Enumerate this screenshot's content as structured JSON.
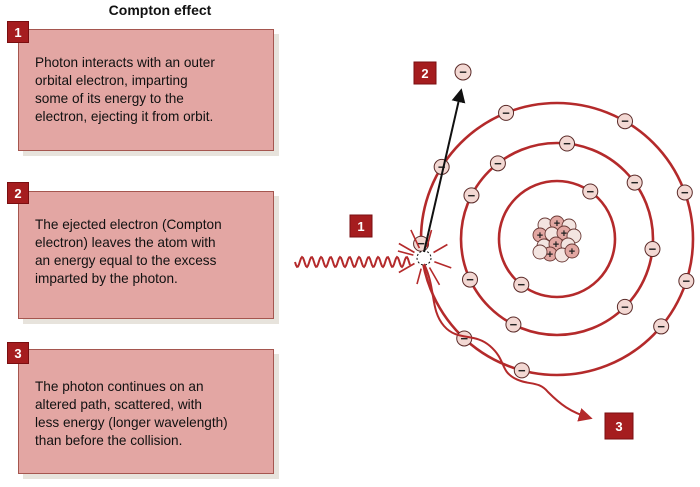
{
  "title": "Compton effect",
  "steps": [
    {
      "number": "1",
      "text": "Photon interacts with an outer\norbital electron, imparting\nsome of its energy to the\nelectron, ejecting it from orbit."
    },
    {
      "number": "2",
      "text": "The ejected electron (Compton\nelectron) leaves the atom with\nan energy equal to the excess\nimparted by the photon."
    },
    {
      "number": "3",
      "text": "The photon continues on an\naltered path, scattered, with\nless energy (longer wavelength)\nthan before the collision."
    }
  ],
  "diagram_labels": {
    "incident": "1",
    "ejected": "2",
    "scattered": "3"
  },
  "symbols": {
    "electron": "−",
    "proton": "+"
  },
  "colors": {
    "box_fill": "#e3a6a3",
    "box_border": "#a5564f",
    "badge": "#a51d1f",
    "orbit": "#b42a2b",
    "electron_fill": "#f3d8d3"
  }
}
